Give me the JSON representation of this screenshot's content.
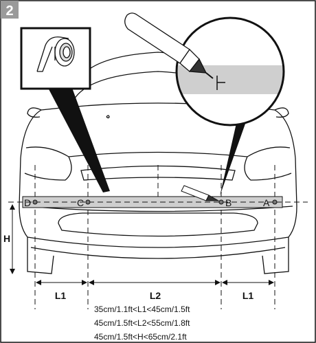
{
  "step_badge": "2",
  "points": {
    "d": "D",
    "c": "C",
    "b": "B",
    "a": "A"
  },
  "dimensions": {
    "l1_left": "L1",
    "l2": "L2",
    "l1_right": "L1",
    "h": "H"
  },
  "notes": [
    "35cm/1.1ft<L1<45cm/1.5ft",
    "45cm/1.5ft<L2<55cm/1.8ft",
    "45cm/1.5ft<H<65cm/2.1ft"
  ],
  "colors": {
    "tape": "#cfcfcf",
    "ink": "#111111",
    "badge": "#9a9a9a"
  }
}
